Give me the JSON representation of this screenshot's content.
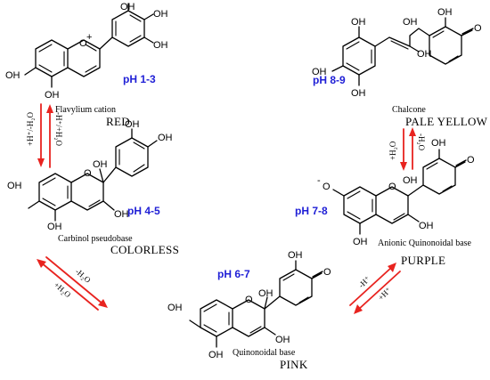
{
  "species": [
    {
      "name": "Flavylium cation",
      "ph": "pH 1-3",
      "color": "RED"
    },
    {
      "name": "Chalcone",
      "ph": "pH 8-9",
      "color": "PALE YELLOW"
    },
    {
      "name": "Carbinol pseudobase",
      "ph": "pH 4-5",
      "color": "COLORLESS"
    },
    {
      "name": "Anionic Quinonoidal base",
      "ph": "pH 7-8",
      "color": "PURPLE"
    },
    {
      "name": "Quinonoidal base",
      "ph": "pH 6-7",
      "color": "PINK"
    }
  ],
  "atoms": {
    "oh": "OH",
    "o": "O",
    "o_plus": "O",
    "plus": "+",
    "o_anion": "O",
    "minus": "-"
  },
  "transitions": {
    "flavylium_carbinol": {
      "left": "+H⁺/-H₂O",
      "right": "-H⁺/+H₂O"
    },
    "chalcone_anionic": {
      "left": "+H₂O",
      "right": "-H₂O"
    },
    "carbinol_quinonoidal": {
      "left": "+H₂O",
      "right": "-H₂O"
    },
    "quinonoidal_anionic": {
      "left": "+H⁺",
      "right": "-H⁺"
    }
  },
  "colors": {
    "arrow": "#e8231f",
    "ph_label": "#1f1fd6"
  }
}
